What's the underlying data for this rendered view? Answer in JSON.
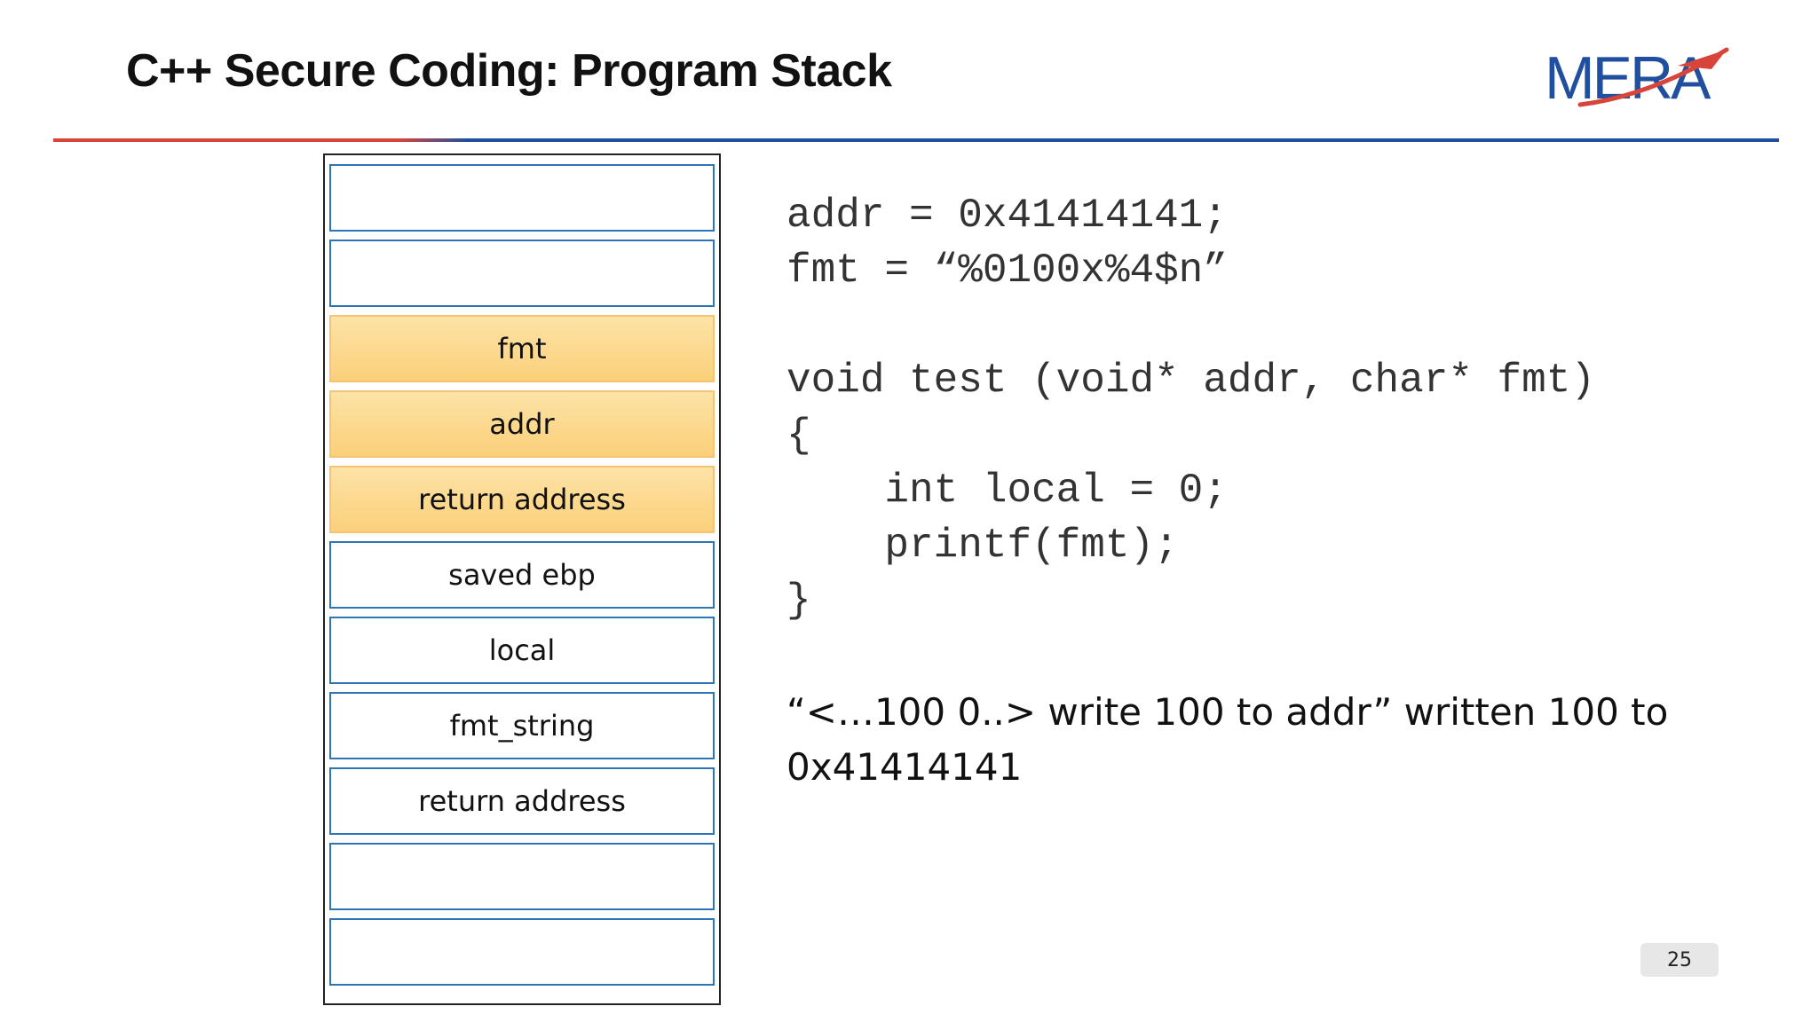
{
  "slide": {
    "title": "C++ Secure Coding: Program Stack",
    "logo_text": "MERA",
    "page_number": "25"
  },
  "colors": {
    "accent_red": "#d9443a",
    "accent_blue": "#1f4f9e",
    "cell_border": "#2e75b6",
    "highlight": "#fbd07a"
  },
  "stack": {
    "cells": [
      {
        "label": "",
        "highlighted": false
      },
      {
        "label": "",
        "highlighted": false
      },
      {
        "label": "fmt",
        "highlighted": true
      },
      {
        "label": "addr",
        "highlighted": true
      },
      {
        "label": "return address",
        "highlighted": true
      },
      {
        "label": "saved ebp",
        "highlighted": false
      },
      {
        "label": "local",
        "highlighted": false
      },
      {
        "label": "fmt_string",
        "highlighted": false
      },
      {
        "label": "return address",
        "highlighted": false
      },
      {
        "label": "",
        "highlighted": false
      },
      {
        "label": "",
        "highlighted": false
      }
    ]
  },
  "code": {
    "lines": [
      "addr = 0x41414141;",
      "fmt = “%0100x%4$n”",
      "",
      "void test (void* addr, char* fmt)",
      "{",
      "    int local = 0;",
      "    printf(fmt);",
      "}"
    ]
  },
  "note": {
    "text": "“<…100 0..> write 100 to addr” written 100 to 0x41414141"
  }
}
